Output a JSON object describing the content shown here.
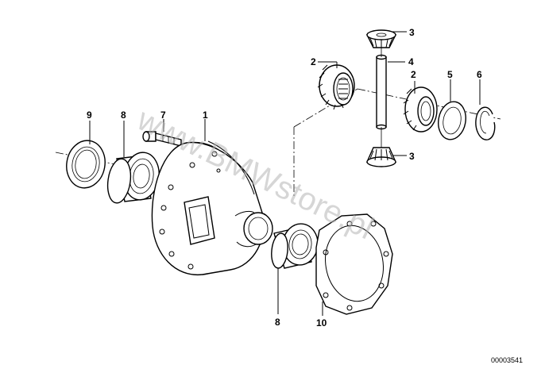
{
  "diagram": {
    "callouts": [
      {
        "id": "1",
        "label": "1"
      },
      {
        "id": "2a",
        "label": "2"
      },
      {
        "id": "2b",
        "label": "2"
      },
      {
        "id": "3a",
        "label": "3"
      },
      {
        "id": "3b",
        "label": "3"
      },
      {
        "id": "4",
        "label": "4"
      },
      {
        "id": "5",
        "label": "5"
      },
      {
        "id": "6",
        "label": "6"
      },
      {
        "id": "7",
        "label": "7"
      },
      {
        "id": "8a",
        "label": "8"
      },
      {
        "id": "8b",
        "label": "8"
      },
      {
        "id": "9",
        "label": "9"
      },
      {
        "id": "10",
        "label": "10"
      }
    ],
    "reference_number": "00003541",
    "watermark": "www.BMWstore.pl"
  }
}
